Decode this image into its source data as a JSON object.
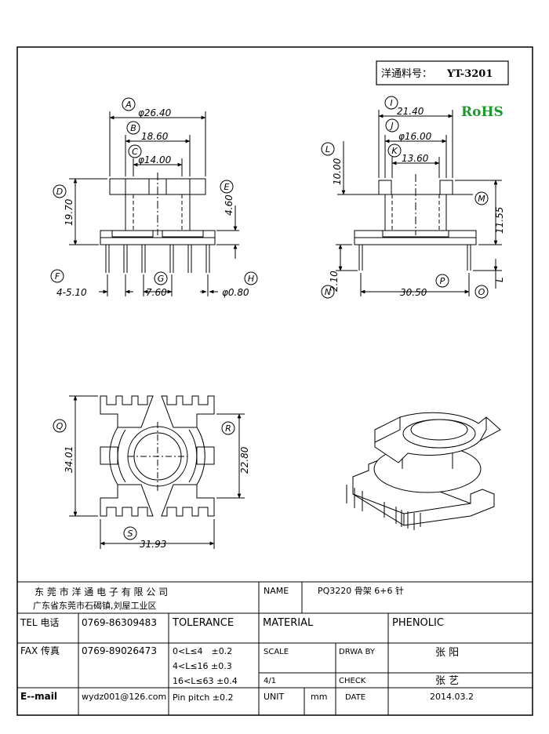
{
  "part_no": {
    "label": "洋通料号：",
    "value": "YT-3201"
  },
  "rohs": "RoHS",
  "view_front": {
    "callouts": [
      "A",
      "B",
      "C",
      "D",
      "E",
      "F",
      "G",
      "H"
    ],
    "dims": {
      "a": "φ26.40",
      "b": "18.60",
      "c": "φ14.00",
      "d": "19.70",
      "e": "4.60",
      "f": "4-5.10",
      "g": "7.60",
      "h": "φ0.80"
    }
  },
  "view_side": {
    "callouts": [
      "I",
      "J",
      "K",
      "L",
      "M",
      "N",
      "O",
      "P"
    ],
    "dims": {
      "i": "21.40",
      "j": "φ16.00",
      "k": "13.60",
      "l": "10.00",
      "m": "11.55",
      "n": "2.10",
      "o": "L",
      "p": "30.50"
    }
  },
  "view_bottom": {
    "callouts": [
      "Q",
      "R",
      "S"
    ],
    "dims": {
      "q": "34.01",
      "r": "22.80",
      "s": "31.93"
    }
  },
  "title_block": {
    "company": "东 莞 市 洋 通 电 子 有 限 公 司",
    "address": "广东省东莞市石碣镇,刘屋工业区",
    "name_label": "NAME",
    "name_value": "PQ3220 骨架 6+6 针",
    "tel_label": "TEL 电话",
    "tel_value": "0769-86309483",
    "fax_label": "FAX 传真",
    "fax_value": "0769-89026473",
    "email_label": "E--mail",
    "email_value": "wydz001@126.com",
    "tolerance_label": "TOLERANCE",
    "tol_1": "0<L≤4　±0.2",
    "tol_2": "4<L≤16 ±0.3",
    "tol_3": "16<L≤63 ±0.4",
    "tol_4": "Pin pitch ±0.2",
    "material_label": "MATERIAL",
    "material_value": "PHENOLIC",
    "scale_label": "SCALE",
    "scale_value": "4/1",
    "drawby_label": "DRWA BY",
    "drawby_value": "张 阳",
    "check_label": "CHECK",
    "check_value": "张 艺",
    "unit_label": "UNIT",
    "unit_value": "mm",
    "date_label": "DATE",
    "date_value": "2014.03.2"
  }
}
